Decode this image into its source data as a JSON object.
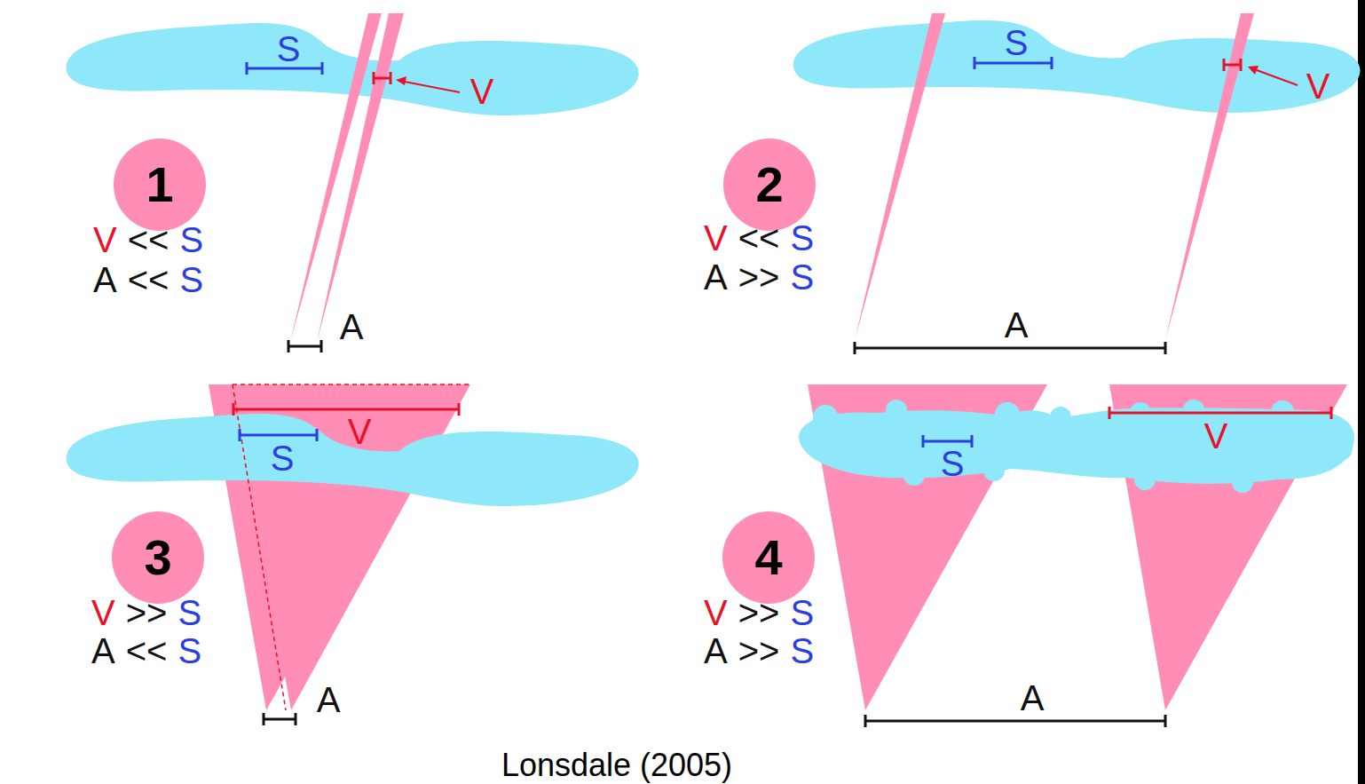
{
  "diagram": {
    "caption": "Lonsdale (2005)",
    "nodes": [
      {
        "text": [
          "1"
        ]
      },
      {
        "text": [
          "2"
        ]
      },
      {
        "text": [
          "3"
        ]
      },
      {
        "text": [
          "4"
        ]
      }
    ],
    "labels": [
      "S",
      "V",
      "A",
      "V",
      "<<",
      "S",
      "A",
      "<<",
      "S",
      "S",
      "V",
      "A",
      "V",
      "<<",
      "S",
      "A",
      ">>",
      "S",
      "V",
      "S",
      "A",
      "V",
      ">>",
      "S",
      "A",
      "<<",
      "S",
      "S",
      "V",
      "A",
      "V",
      ">>",
      "S",
      "A",
      ">>",
      "S"
    ]
  }
}
